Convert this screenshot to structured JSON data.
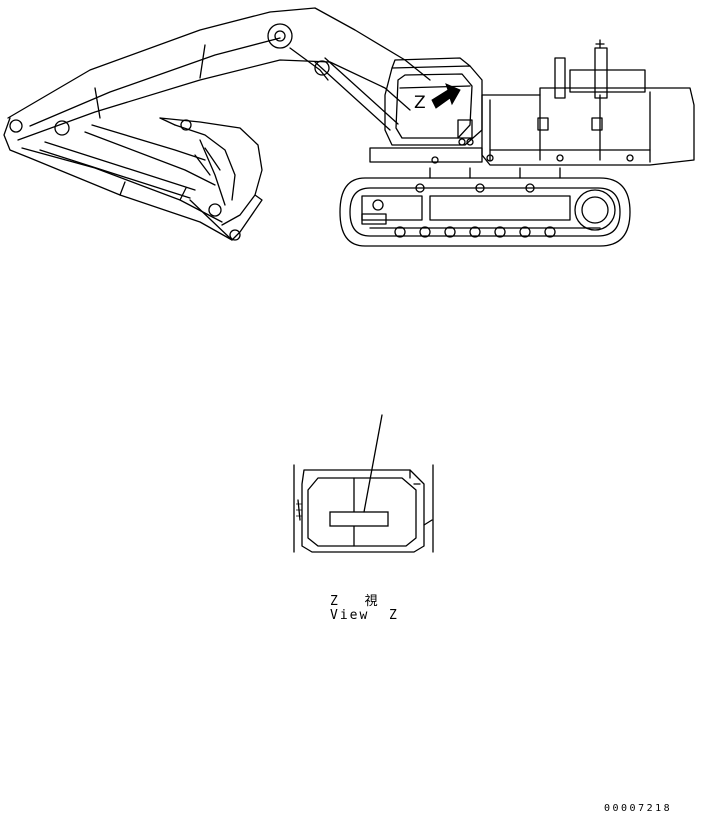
{
  "callout": {
    "letter": "Z"
  },
  "view_label": {
    "japanese": "Z　 視",
    "english": "View  Z"
  },
  "document_number": "00007218",
  "colors": {
    "line": "#000000",
    "background": "#ffffff"
  }
}
